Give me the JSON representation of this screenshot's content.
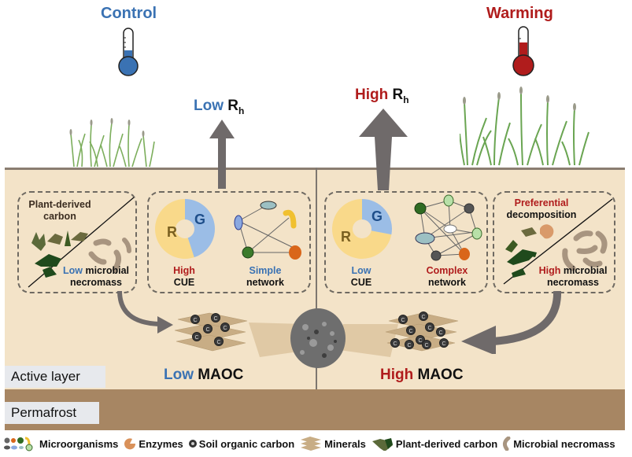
{
  "control": {
    "title": "Control",
    "respiration_level": "Low",
    "respiration_symbol": "R",
    "respiration_subscript": "h",
    "color": "#3a72b3",
    "thermometer_fill_fraction": 0.35,
    "left_box": {
      "top_text": "Plant-derived carbon",
      "bottom_level": "Low",
      "bottom_text_1": "microbial",
      "bottom_text_2": "necromass"
    },
    "cue_box": {
      "cue_level": "High",
      "cue_label": "CUE",
      "network_level": "Simple",
      "network_label": "network",
      "pie_R_label": "R",
      "pie_G_label": "G",
      "growth_fraction": 0.45
    },
    "maoc_level": "Low",
    "maoc_label": "MAOC"
  },
  "warming": {
    "title": "Warming",
    "respiration_level": "High",
    "respiration_symbol": "R",
    "respiration_subscript": "h",
    "color": "#b01c1c",
    "thermometer_fill_fraction": 0.75,
    "right_box": {
      "top_level": "Preferential",
      "top_text": "decomposition",
      "bottom_level": "High",
      "bottom_text_1": "microbial",
      "bottom_text_2": "necromass"
    },
    "cue_box": {
      "cue_level": "Low",
      "cue_label": "CUE",
      "network_level": "Complex",
      "network_label": "network",
      "pie_R_label": "R",
      "pie_G_label": "G",
      "growth_fraction": 0.28
    },
    "maoc_level": "High",
    "maoc_label": "MAOC"
  },
  "layers": {
    "active": "Active layer",
    "permafrost": "Permafrost"
  },
  "colors": {
    "soil": "#f3e3c8",
    "permafrost": "#a78663",
    "arrow": "#6f6a6a",
    "pie_R": "#f9d98a",
    "pie_G": "#9bbde6"
  },
  "legend": [
    {
      "icon": "microorganisms-icon",
      "label": "Microorganisms"
    },
    {
      "icon": "enzymes-icon",
      "label": "Enzymes"
    },
    {
      "icon": "soil-organic-carbon-icon",
      "label": "Soil organic carbon"
    },
    {
      "icon": "minerals-icon",
      "label": "Minerals"
    },
    {
      "icon": "plant-derived-carbon-icon",
      "label": "Plant-derived carbon"
    },
    {
      "icon": "microbial-necromass-icon",
      "label": "Microbial necromass"
    }
  ],
  "carbon_symbol": "C"
}
